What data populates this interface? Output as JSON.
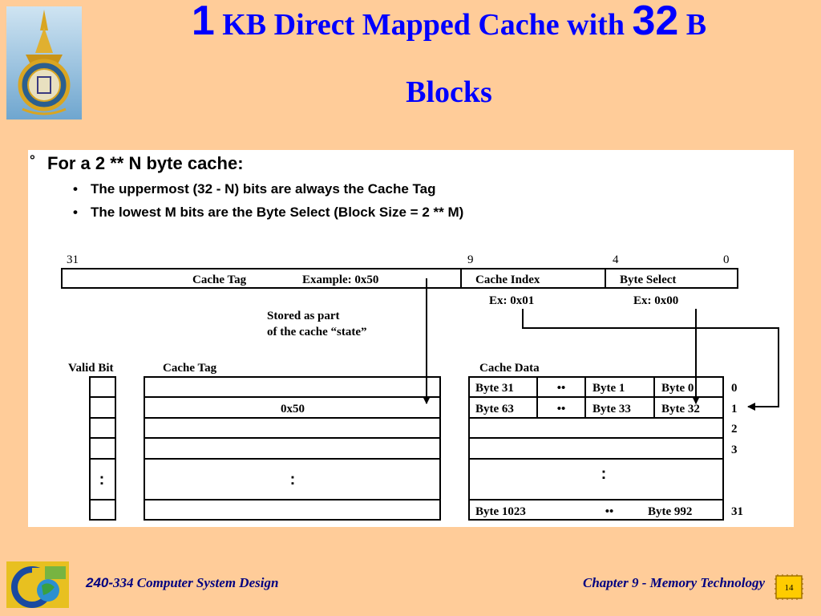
{
  "title": {
    "num1": "1",
    "text1": "KB Direct Mapped Cache with",
    "num2": "32",
    "text2": "B",
    "line2": "Blocks"
  },
  "bullets": {
    "marker": "°",
    "main": "For a 2 ** N byte cache:",
    "dot": "•",
    "sub": [
      "The uppermost (32 - N) bits are always the Cache Tag",
      "The lowest M bits are the Byte Select (Block Size = 2 ** M)"
    ]
  },
  "address": {
    "bits": [
      "31",
      "9",
      "4",
      "0"
    ],
    "fields": {
      "tag": "Cache Tag",
      "tag_example": "Example: 0x50",
      "index": "Cache Index",
      "byte_select": "Byte Select"
    },
    "index_example": "Ex: 0x01",
    "byte_example": "Ex: 0x00",
    "note": [
      "Stored as part",
      "of the cache “state”"
    ]
  },
  "cache": {
    "valid_header": "Valid Bit",
    "tag_header": "Cache Tag",
    "data_header": "Cache Data",
    "tag_values": [
      "",
      "0x50",
      "",
      "",
      ":",
      ""
    ],
    "valid_dots": ":",
    "data_rows": [
      [
        "Byte 31",
        "••",
        "Byte 1",
        "Byte 0"
      ],
      [
        "Byte 63",
        "••",
        "Byte 33",
        "Byte 32"
      ]
    ],
    "data_dots": ":",
    "last_row": [
      "Byte 1023",
      "••",
      "Byte 992"
    ],
    "row_labels": [
      "0",
      "1",
      "2",
      "3",
      "31"
    ]
  },
  "footer": {
    "course_num": "240-",
    "course_text": "334 Computer System Design",
    "chapter": "Chapter 9 - Memory Technology",
    "page": "14"
  },
  "colors": {
    "background": "#ffcc99",
    "title": "#0000ff",
    "footer_text": "#000080",
    "page_badge": "#ffcc00"
  }
}
